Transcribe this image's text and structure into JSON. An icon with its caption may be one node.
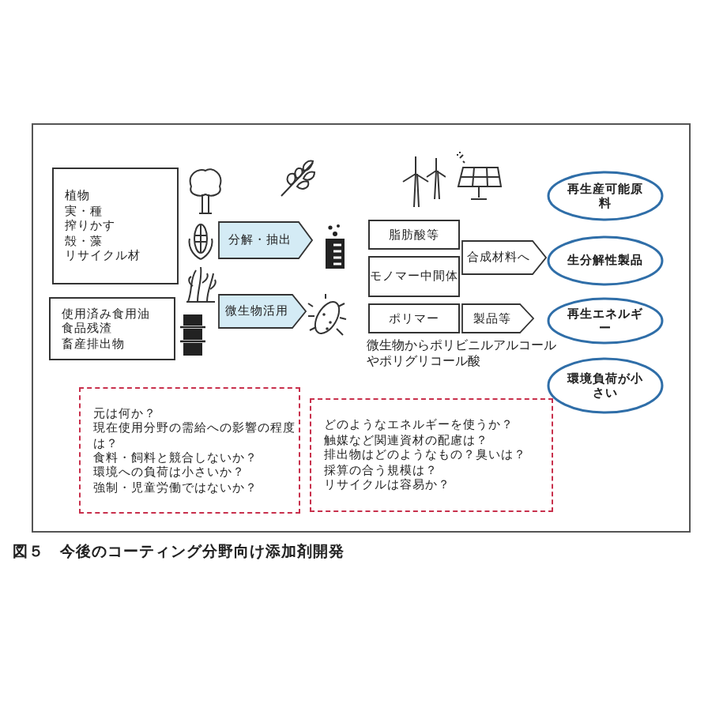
{
  "diagram": {
    "caption": "図５　今後のコーティング分野向け添加剤開発",
    "nodes": [
      {
        "text": [
          "植物",
          "実・種",
          "搾りかす",
          "殻・藻",
          "リサイクル材"
        ]
      },
      {
        "text": [
          "使用済み食用油",
          "食品残渣",
          "畜産排出物"
        ]
      },
      {
        "text": [
          "分解・抽出"
        ]
      },
      {
        "text": [
          "微生物活用"
        ]
      },
      {
        "text": [
          "脂肪酸等"
        ]
      },
      {
        "text": [
          "モノマー中間体"
        ]
      },
      {
        "text": [
          "ポリマー"
        ]
      },
      {
        "text": [
          "合成材料へ"
        ]
      },
      {
        "text": [
          "製品等"
        ]
      },
      {
        "text": [
          "再生産可能原料"
        ]
      },
      {
        "text": [
          "生分解性製品"
        ]
      },
      {
        "text": [
          "再生エネルギー"
        ]
      },
      {
        "text": [
          "環境負荷が小さい"
        ]
      },
      {
        "text": [
          "元は何か？",
          "現在使用分野の需給への影響の程度は？",
          "食料・飼料と競合しないか？",
          "環境への負荷は小さいか？",
          "強制・児童労働ではないか？"
        ]
      },
      {
        "text": [
          "どのようなエネルギーを使うか？",
          "触媒など関連資材の配慮は？",
          "排出物はどのようなもの？臭いは？",
          "採算の合う規模は？",
          "リサイクルは容易か？"
        ]
      }
    ],
    "labels": [
      "微生物からポリビニルアルコールやポリグリコール酸"
    ]
  }
}
